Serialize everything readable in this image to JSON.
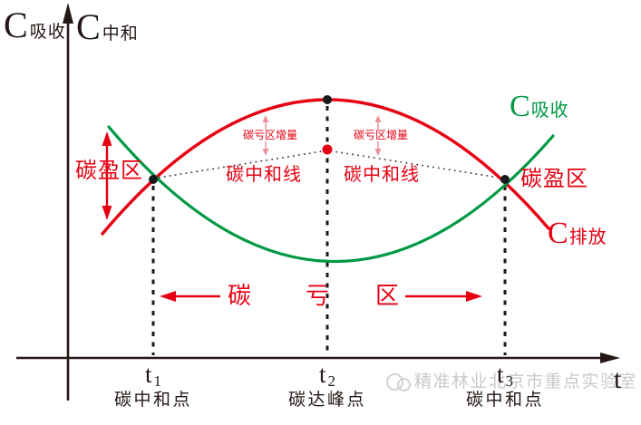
{
  "colors": {
    "red": "#e60012",
    "green": "#009944",
    "ink": "#231815",
    "light_red_arrows": "#ec9199",
    "watermark_gray": "#c9c9c9"
  },
  "top_labels": {
    "absorption_c": "C",
    "absorption_cn": "吸收",
    "neutral_c": "C",
    "neutral_cn": "中和"
  },
  "curve_labels": {
    "absorption_c": "C",
    "absorption_cn": "吸收",
    "emission_c": "C",
    "emission_cn": "排放"
  },
  "zones": {
    "surplus_left": "碳盈区",
    "surplus_right": "碳盈区",
    "deficit": [
      "碳",
      "亏",
      "区"
    ],
    "increment_left": "碳亏区增量",
    "increment_right": "碳亏区增量",
    "neutral_line_left": "碳中和线",
    "neutral_line_right": "碳中和线"
  },
  "x_axis": {
    "t1": {
      "base": "t",
      "sub": "1",
      "label": "碳中和点"
    },
    "t2": {
      "base": "t",
      "sub": "2",
      "label": "碳达峰点"
    },
    "t3": {
      "base": "t",
      "sub": "3",
      "label": "碳中和点"
    },
    "axis_label": "t"
  },
  "watermark": {
    "text": "精准林业北京市重点实验室"
  },
  "chart_data": {
    "type": "line",
    "title": "",
    "xlabel": "t",
    "ylabel": "C吸收 / C中和",
    "x_ticks": [
      {
        "tick": "t1",
        "meaning": "碳中和点"
      },
      {
        "tick": "t2",
        "meaning": "碳达峰点"
      },
      {
        "tick": "t3",
        "meaning": "碳中和点"
      }
    ],
    "series": [
      {
        "name": "C排放",
        "color": "#e60012",
        "shape": "inverted-parabola",
        "description": "碳排放曲线：上升至t2达峰（碳达峰点）后下降，在t1与t3处与吸收曲线相交（碳中和点）"
      },
      {
        "name": "C吸收",
        "color": "#009944",
        "shape": "upward-parabola",
        "description": "碳吸收曲线：下降至t2附近最低后回升，在t1与t3处与排放曲线相交（碳中和点）"
      }
    ],
    "annotations": [
      "碳盈区（t1左侧与t3右侧，吸收高于排放）",
      "碳亏区（t1与t3之间，排放高于吸收）",
      "碳中和线（连接两个交点的虚线）",
      "碳亏区增量（排放曲线与碳中和线之间的差值）"
    ],
    "key_points": [
      {
        "name": "左交点/碳中和点",
        "x": "t1"
      },
      {
        "name": "排放峰值/碳达峰点",
        "x": "t2"
      },
      {
        "name": "右交点/碳中和点",
        "x": "t3"
      }
    ],
    "legend_position": "labels-on-curves"
  }
}
